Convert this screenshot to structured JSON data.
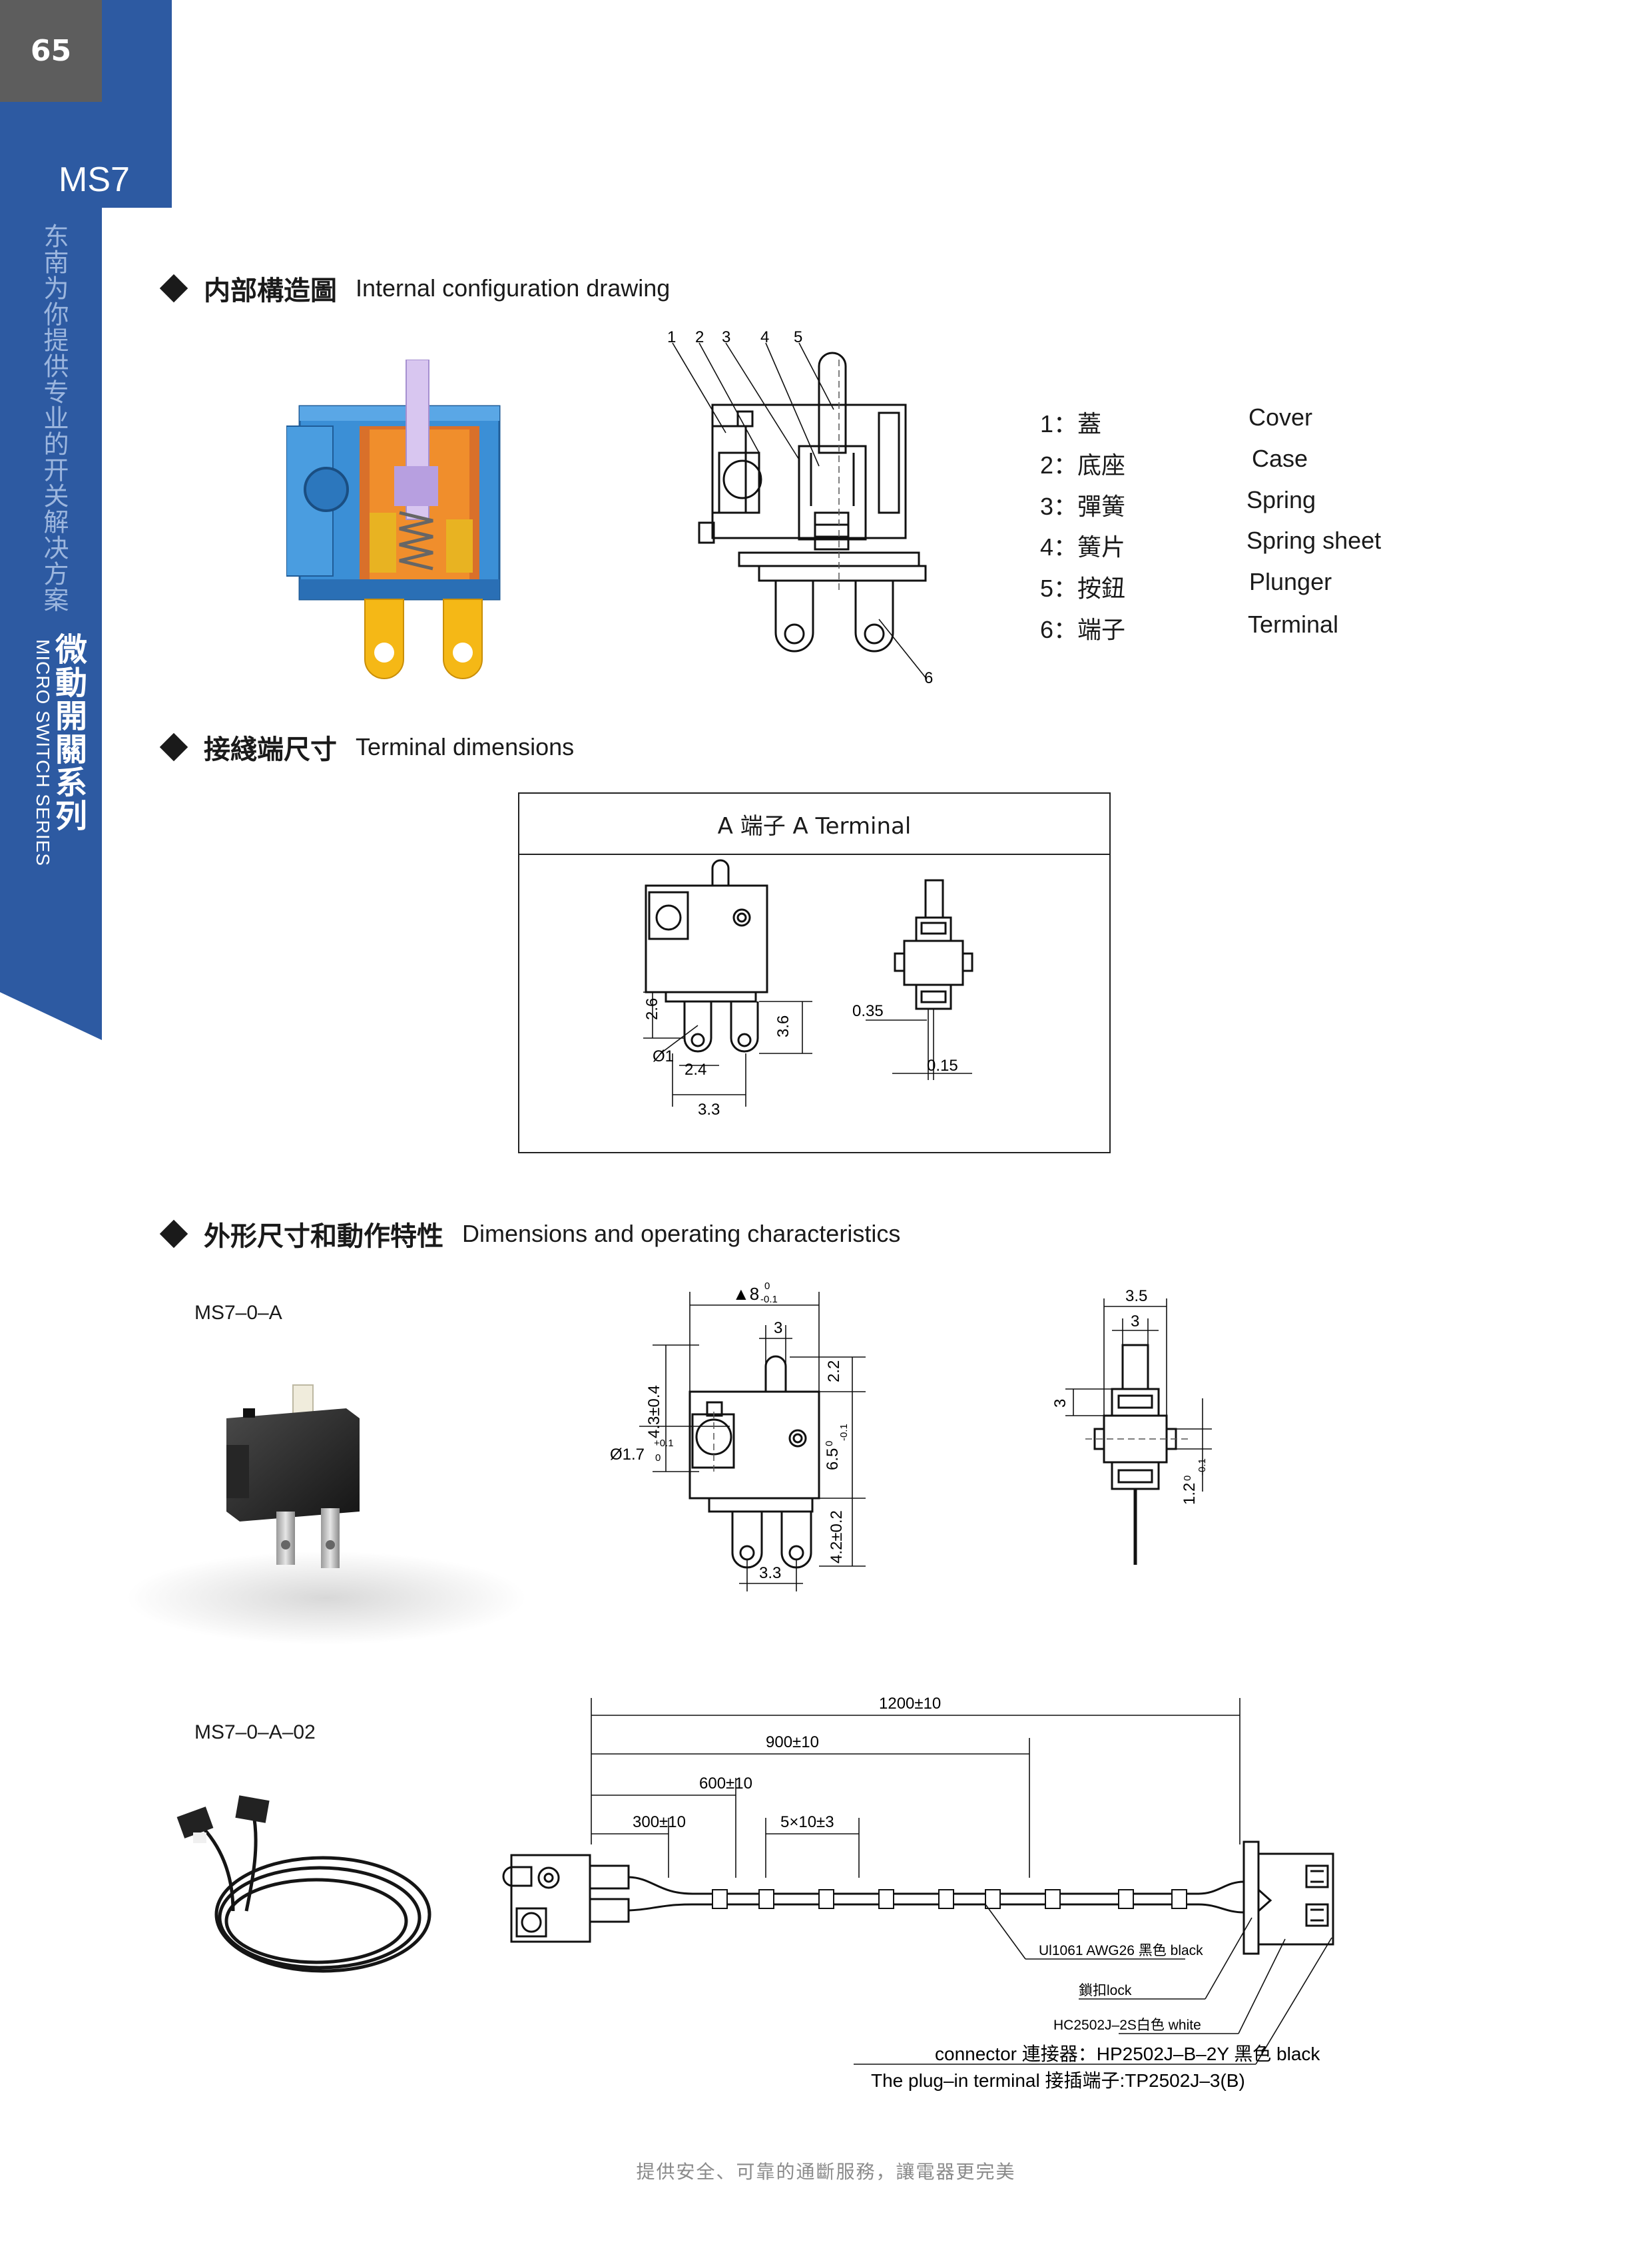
{
  "sidebar": {
    "page_number": "65",
    "model": "MS7",
    "slogan_cn": "东南为你提供专业的开关解决方案",
    "series_cn": "微動開關系列",
    "series_en": "MICRO SWITCH SERIES"
  },
  "sections": {
    "internal": {
      "cn": "内部構造圖",
      "en": "Internal configuration drawing"
    },
    "terminal": {
      "cn": "接綫端尺寸",
      "en": "Terminal dimensions"
    },
    "dimensions": {
      "cn": "外形尺寸和動作特性",
      "en": "Dimensions and operating characteristics"
    }
  },
  "parts": [
    {
      "num": "1：蓋",
      "name": "Cover"
    },
    {
      "num": "2：底座",
      "name": "Case"
    },
    {
      "num": "3：彈簧",
      "name": "Spring"
    },
    {
      "num": "4：簧片",
      "name": "Spring sheet"
    },
    {
      "num": "5：按鈕",
      "name": "Plunger"
    },
    {
      "num": "6：端子",
      "name": "Terminal"
    }
  ],
  "callouts": [
    "1",
    "2",
    "3",
    "4",
    "5",
    "6"
  ],
  "terminal_box": {
    "title": "A 端子  A Terminal",
    "dims": {
      "d26": "2.6",
      "d1": "Ø1",
      "d24": "2.4",
      "d33": "3.3",
      "d36": "3.6",
      "d035": "0.35",
      "d015": "0.15"
    }
  },
  "models": {
    "a": {
      "name": "MS7–0–A",
      "dims": {
        "width": "8",
        "width_tol_top": "0",
        "width_tol_bot": "-0.1",
        "d3": "3",
        "d22": "2.2",
        "d43": "4.3±0.4",
        "d17": "Ø1.7",
        "d17_tol_top": "+0.1",
        "d17_tol_bot": "0",
        "d65": "6.5",
        "d65_tol_top": "0",
        "d65_tol_bot": "-0.1",
        "d42": "4.2±0.2",
        "d33": "3.3",
        "s35": "3.5",
        "s3": "3",
        "s3v": "3",
        "s12": "1.2",
        "s12_tol_top": "0",
        "s12_tol_bot": "-0.1"
      }
    },
    "a02": {
      "name": "MS7–0–A–02",
      "dims": {
        "l1200": "1200±10",
        "l900": "900±10",
        "l600": "600±10",
        "l300": "300±10",
        "l5x10": "5×10±3"
      },
      "notes": {
        "wire": "Ul1061 AWG26 黑色 black",
        "lock": "鎖扣lock",
        "housing": "HC2502J–2S白色 white",
        "connector": "connector 連接器：HP2502J–B–2Y 黑色 black",
        "plug": "The plug–in terminal 接插端子:TP2502J–3(B)"
      }
    }
  },
  "footer": "提供安全、可靠的通斷服務，讓電器更完美",
  "colors": {
    "sidebar_blue": "#2d5aa2",
    "page_box": "#5d5d5d",
    "terminal_gold": "#f5b816",
    "case_blue": "#3b8fd6"
  }
}
